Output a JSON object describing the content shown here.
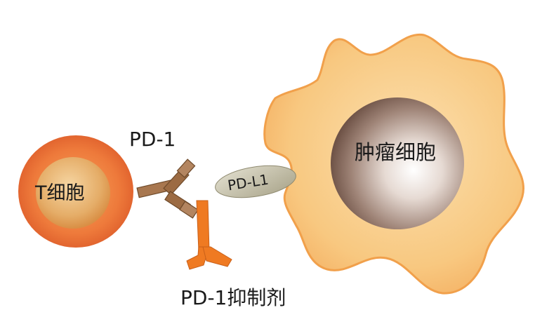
{
  "labels": {
    "t_cell": "T细胞",
    "pd1": "PD-1",
    "pdl1": "PD-L1",
    "tumor_cell": "肿瘤细胞",
    "inhibitor": "PD-1抑制剂"
  },
  "colors": {
    "t_cell_outer": "#e2652f",
    "t_cell_inner": "#e0a35c",
    "pd1_receptor": "#a8774f",
    "inhibitor": "#ef7a22",
    "pdl1": "#c6c1a8",
    "tumor_body": "#f8c77f",
    "tumor_edge": "#f1a04b",
    "tumor_nucleus": "#8d7064"
  }
}
